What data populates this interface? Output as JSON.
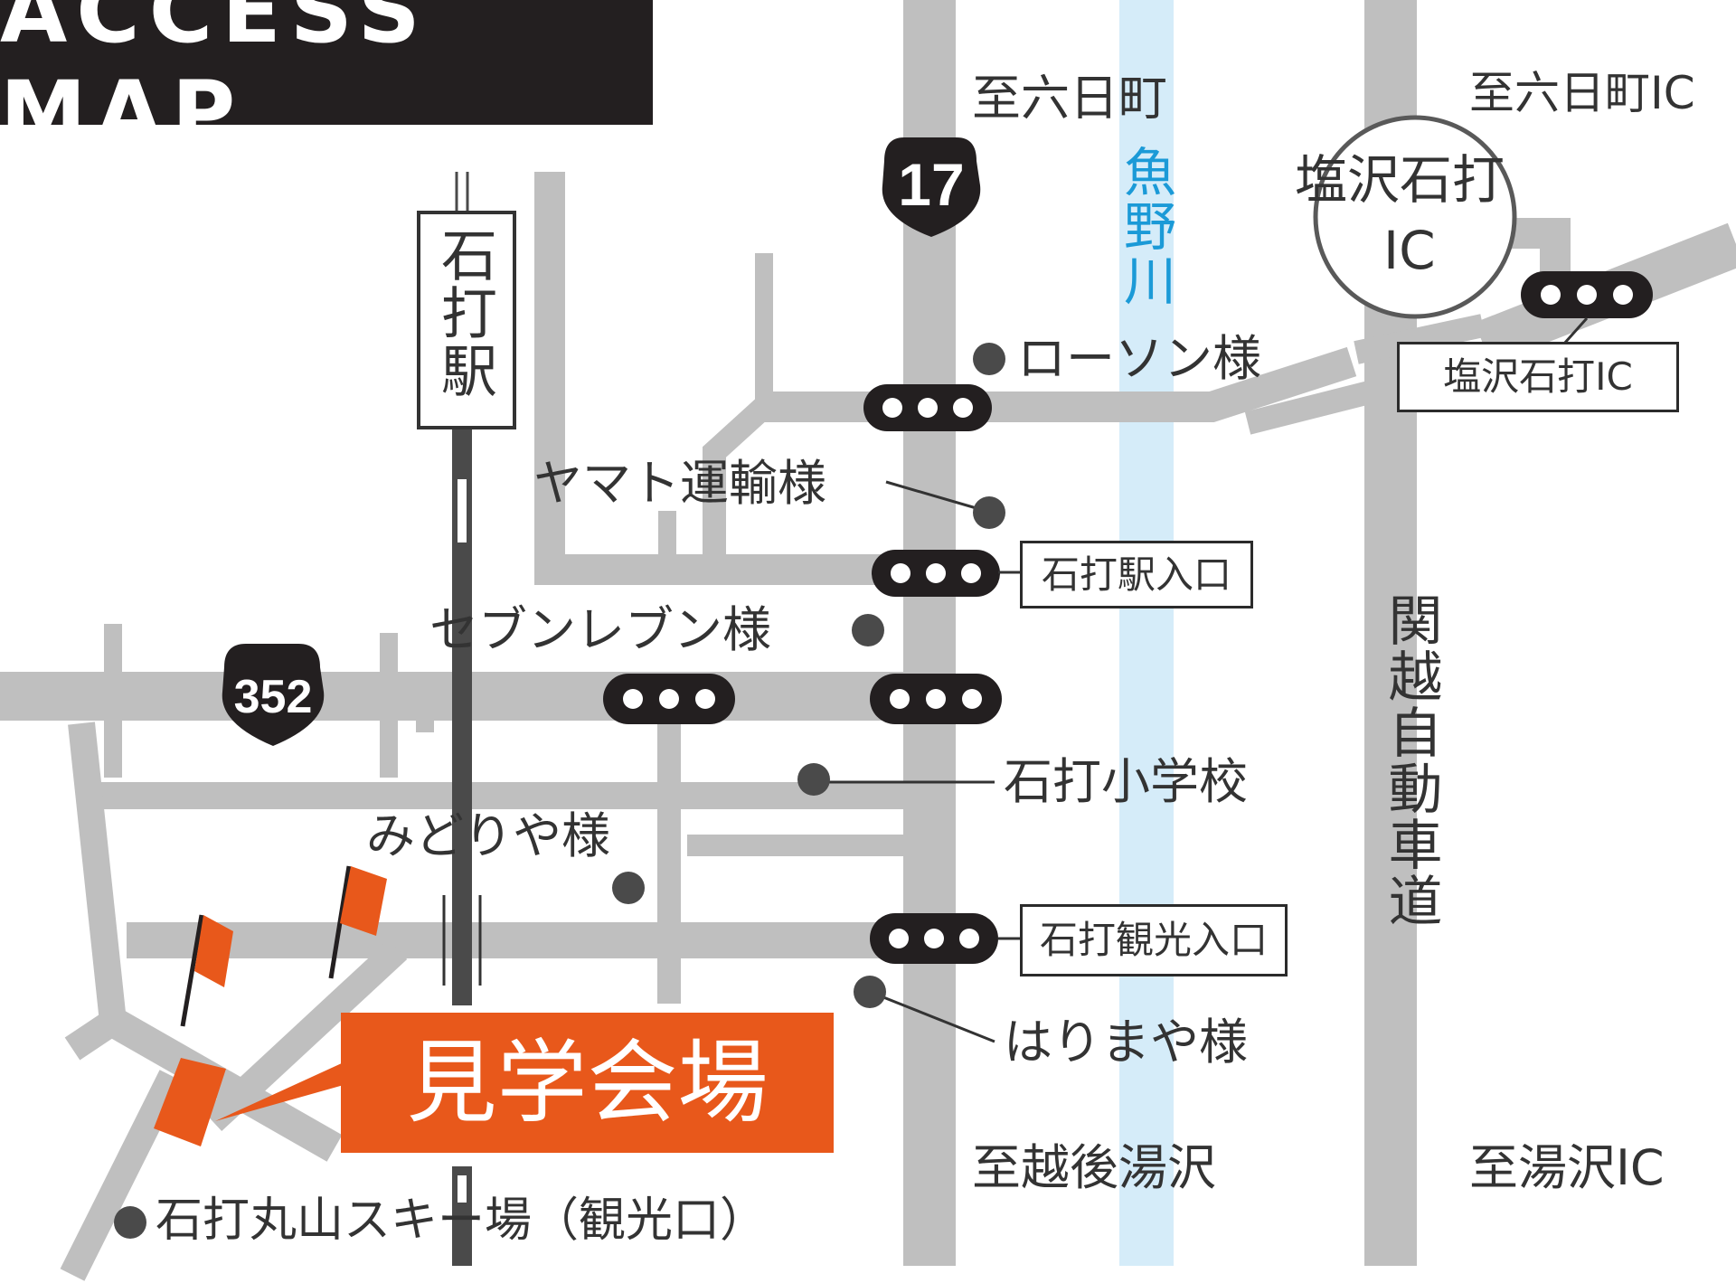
{
  "title": "ACCESS MAP",
  "colors": {
    "road": "#bfbfbf",
    "river": "#d5ecf9",
    "river_text": "#1b9ad7",
    "accent": "#e8581b",
    "dark": "#231f20",
    "text": "#333333"
  },
  "route_shields": {
    "r17": "17",
    "r352": "352"
  },
  "station": "石打駅",
  "river": "魚野川",
  "expressway": "関越自動車道",
  "ic_circle": {
    "line1": "塩沢石打",
    "line2": "IC"
  },
  "directions": {
    "north_town": "至六日町",
    "north_ic": "至六日町IC",
    "south_town": "至越後湯沢",
    "south_ic": "至湯沢IC"
  },
  "intersections": {
    "ic": "塩沢石打IC",
    "station_entrance": "石打駅入口",
    "kanko_entrance": "石打観光入口"
  },
  "landmarks": {
    "lawson": "ローソン様",
    "yamato": "ヤマト運輸様",
    "seven": "セブンレブン様",
    "school": "石打小学校",
    "midoriya": "みどりや様",
    "harimaya": "はりまや様",
    "ski": "石打丸山スキー場（観光口）"
  },
  "venue": "見学会場"
}
